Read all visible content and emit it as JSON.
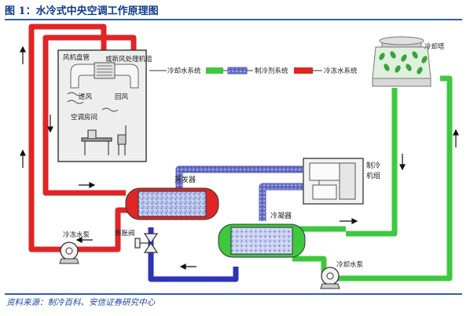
{
  "header": {
    "title": "图 1：水冷式中央空调工作原理图"
  },
  "legend": {
    "items": [
      {
        "label": "冷却水系统",
        "color": "#3ec83e"
      },
      {
        "label": "制冷剂系统",
        "color": "#5a58b8"
      },
      {
        "label": "冷冻水系统",
        "color": "#e02525"
      }
    ]
  },
  "labels": {
    "fan_coil": "风机盘管",
    "air_handler": "或新风处理机组",
    "supply_air": "送风",
    "return_air": "回风",
    "room": "空调房间",
    "evaporator": "蒸发器",
    "compressor_1": "制冷",
    "compressor_2": "机组",
    "condenser": "冷凝器",
    "cooling_tower": "冷却塔",
    "expansion_valve": "膨胀阀",
    "chilled_pump": "冷冻水泵",
    "cooling_pump": "冷却水泵"
  },
  "footer": {
    "source": "资料来源：制冷百科、安信证券研究中心"
  }
}
